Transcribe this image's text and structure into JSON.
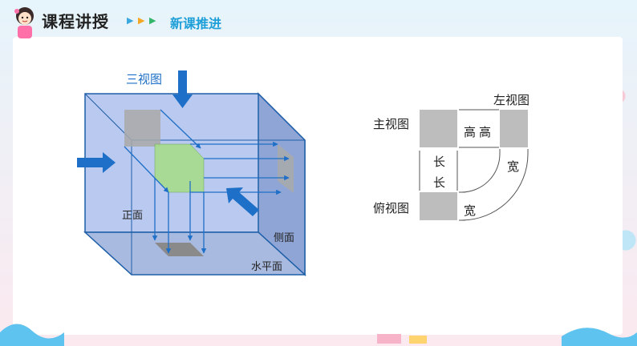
{
  "header": {
    "title": "课程讲授",
    "subtitle": "新课推进"
  },
  "cube": {
    "top_label": "三视图",
    "front_label": "正面",
    "side_label": "侧面",
    "bottom_label": "水平面"
  },
  "views": {
    "front_view": "主视图",
    "left_view": "左视图",
    "top_view": "俯视图",
    "height_1": "高",
    "height_2": "高",
    "length_1": "长",
    "length_2": "长",
    "width_1": "宽",
    "width_2": "宽"
  },
  "colors": {
    "accent": "#1e9fd8",
    "arrow_blue": "#1e6fc7",
    "cube_fill": "#b9c9ef",
    "cube_side": "#9fb2e2",
    "green_box": "#a8dc8c"
  }
}
